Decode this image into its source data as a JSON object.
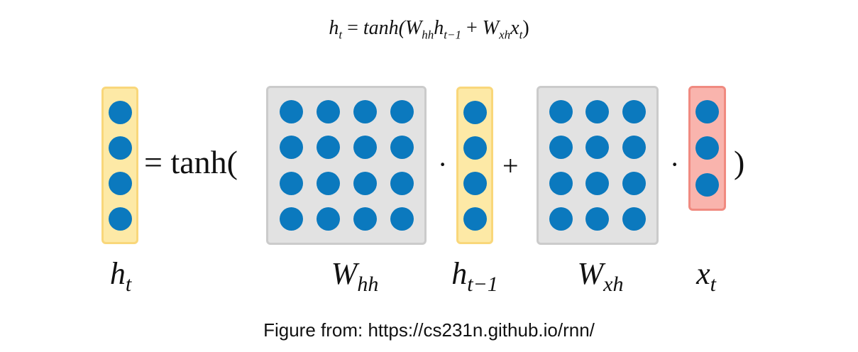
{
  "formula": {
    "lhs": "h",
    "lhs_sub": "t",
    "equals": "=",
    "fn": "tanh(",
    "w1": "W",
    "w1_sub": "hh",
    "h_prev": "h",
    "h_prev_sub": "t−1",
    "plus": "+",
    "w2": "W",
    "w2_sub": "xh",
    "x": "x",
    "x_sub": "t",
    "close": ")"
  },
  "diagram": {
    "equals_tanh": "= tanh(",
    "dot_op_1": "·",
    "plus_op": "+",
    "dot_op_2": "·",
    "close_paren": ")",
    "colors": {
      "dot": "#0b79be",
      "vector_yellow_fill": "#fde9a6",
      "vector_red_fill": "#f9b4ad",
      "matrix_fill": "#e2e2e2"
    },
    "blocks": {
      "h_t": {
        "rows": 4,
        "cols": 1
      },
      "W_hh": {
        "rows": 4,
        "cols": 4
      },
      "h_t_minus_1": {
        "rows": 4,
        "cols": 1
      },
      "W_xh": {
        "rows": 4,
        "cols": 3
      },
      "x_t": {
        "rows": 3,
        "cols": 1
      }
    }
  },
  "labels": {
    "h_t": {
      "base": "h",
      "sub": "t"
    },
    "W_hh": {
      "base": "W",
      "sub": "hh"
    },
    "h_t_minus_1": {
      "base": "h",
      "sub": "t−1"
    },
    "W_xh": {
      "base": "W",
      "sub": "xh"
    },
    "x_t": {
      "base": "x",
      "sub": "t"
    }
  },
  "caption": "Figure from: https://cs231n.github.io/rnn/"
}
